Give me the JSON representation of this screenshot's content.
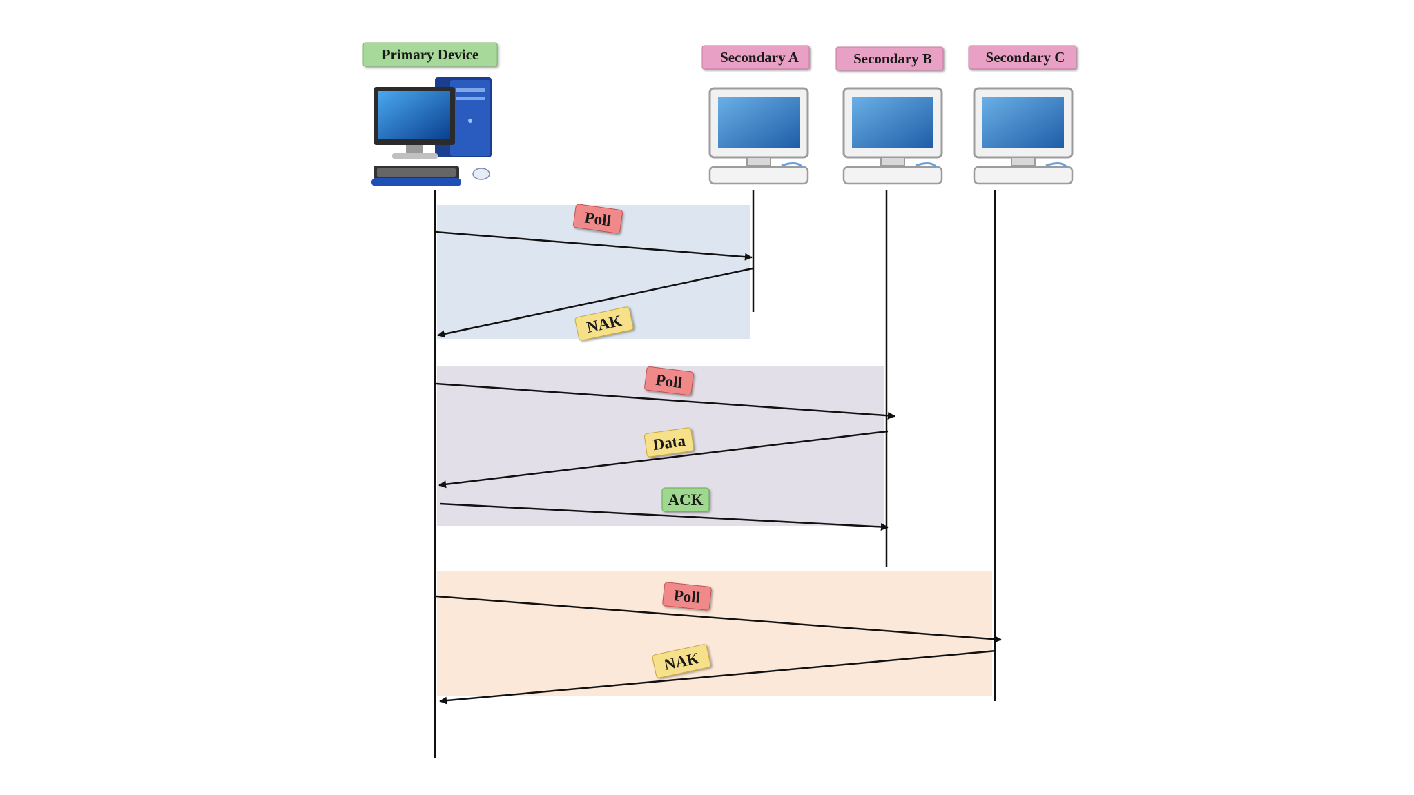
{
  "devices": {
    "primary": {
      "label": "Primary Device",
      "color": "#a7d99a"
    },
    "secondaries": [
      {
        "id": "a",
        "label": "Secondary A",
        "color": "#e8a0c4"
      },
      {
        "id": "b",
        "label": "Secondary B",
        "color": "#e8a0c4"
      },
      {
        "id": "c",
        "label": "Secondary C",
        "color": "#e8a0c4"
      }
    ]
  },
  "exchanges": [
    {
      "target": "Secondary A",
      "band_color": "#dde6f0",
      "messages": [
        {
          "label": "Poll",
          "direction": "to-secondary",
          "tag_color": "#f08a8a"
        },
        {
          "label": "NAK",
          "direction": "to-primary",
          "tag_color": "#f7e08a"
        }
      ]
    },
    {
      "target": "Secondary B",
      "band_color": "#e2dfe8",
      "messages": [
        {
          "label": "Poll",
          "direction": "to-secondary",
          "tag_color": "#f08a8a"
        },
        {
          "label": "Data",
          "direction": "to-primary",
          "tag_color": "#f7e08a"
        },
        {
          "label": "ACK",
          "direction": "to-secondary",
          "tag_color": "#9fd88f"
        }
      ]
    },
    {
      "target": "Secondary C",
      "band_color": "#fce8d9",
      "messages": [
        {
          "label": "Poll",
          "direction": "to-secondary",
          "tag_color": "#f08a8a"
        },
        {
          "label": "NAK",
          "direction": "to-primary",
          "tag_color": "#f7e08a"
        }
      ]
    }
  ],
  "icons": [
    "desktop-computer-icon",
    "monitor-icon"
  ]
}
